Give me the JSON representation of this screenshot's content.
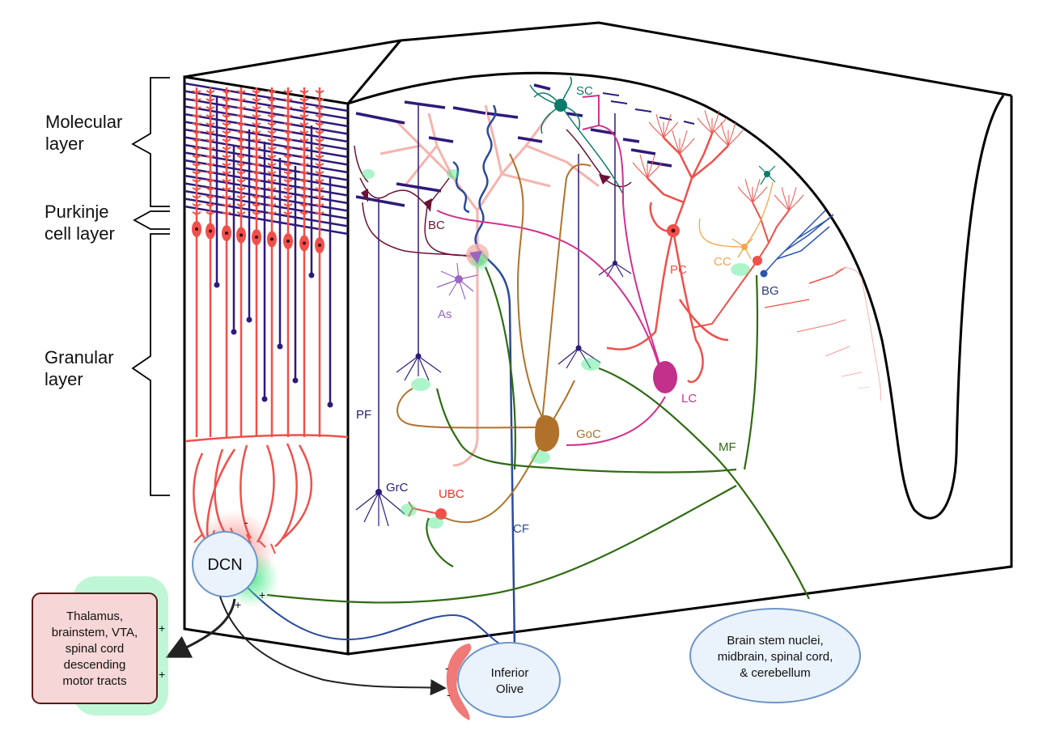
{
  "layers": {
    "molecular": [
      "Molecular",
      "layer"
    ],
    "purkinje": [
      "Purkinje",
      "cell layer"
    ],
    "granular": [
      "Granular",
      "layer"
    ]
  },
  "cells": {
    "SC": "SC",
    "BC": "BC",
    "As": "As",
    "PC": "PC",
    "CC": "CC",
    "BG": "BG",
    "LC": "LC",
    "GoC": "GoC",
    "PF": "PF",
    "MF": "MF",
    "GrC": "GrC",
    "UBC": "UBC",
    "CF": "CF"
  },
  "nuclei": {
    "dcn": "DCN",
    "inferior_olive": [
      "Inferior",
      "Olive"
    ],
    "brainstem": [
      "Brain stem nuclei,",
      "midbrain, spinal cord,",
      "& cerebellum"
    ],
    "thalamus": [
      "Thalamus,",
      "brainstem, VTA,",
      "spinal cord",
      "descending",
      "motor tracts"
    ]
  },
  "signs": {
    "plus": "+",
    "minus": "-"
  },
  "colors": {
    "purkinje": "#f0504a",
    "purkinje_light": "#f6b3ad",
    "parallel_fiber": "#2e1a7a",
    "mossy_fiber": "#2f6b12",
    "climbing_fiber": "#2a4a9a",
    "golgi": "#b0722a",
    "lugaro": "#d1318f",
    "stellate": "#0e7a6a",
    "basket": "#6b1236",
    "astrocyte": "#9a66c0",
    "candelabrum": "#f2a54a",
    "bergmann": "#2a55b0",
    "excitatory_glow": "#47e88a",
    "nucleus_fill": "#eaf2fc",
    "nucleus_stroke": "#6f95c8",
    "thalamus_fill": "#f6d6d6",
    "thalamus_stroke": "#5a1a1a"
  }
}
